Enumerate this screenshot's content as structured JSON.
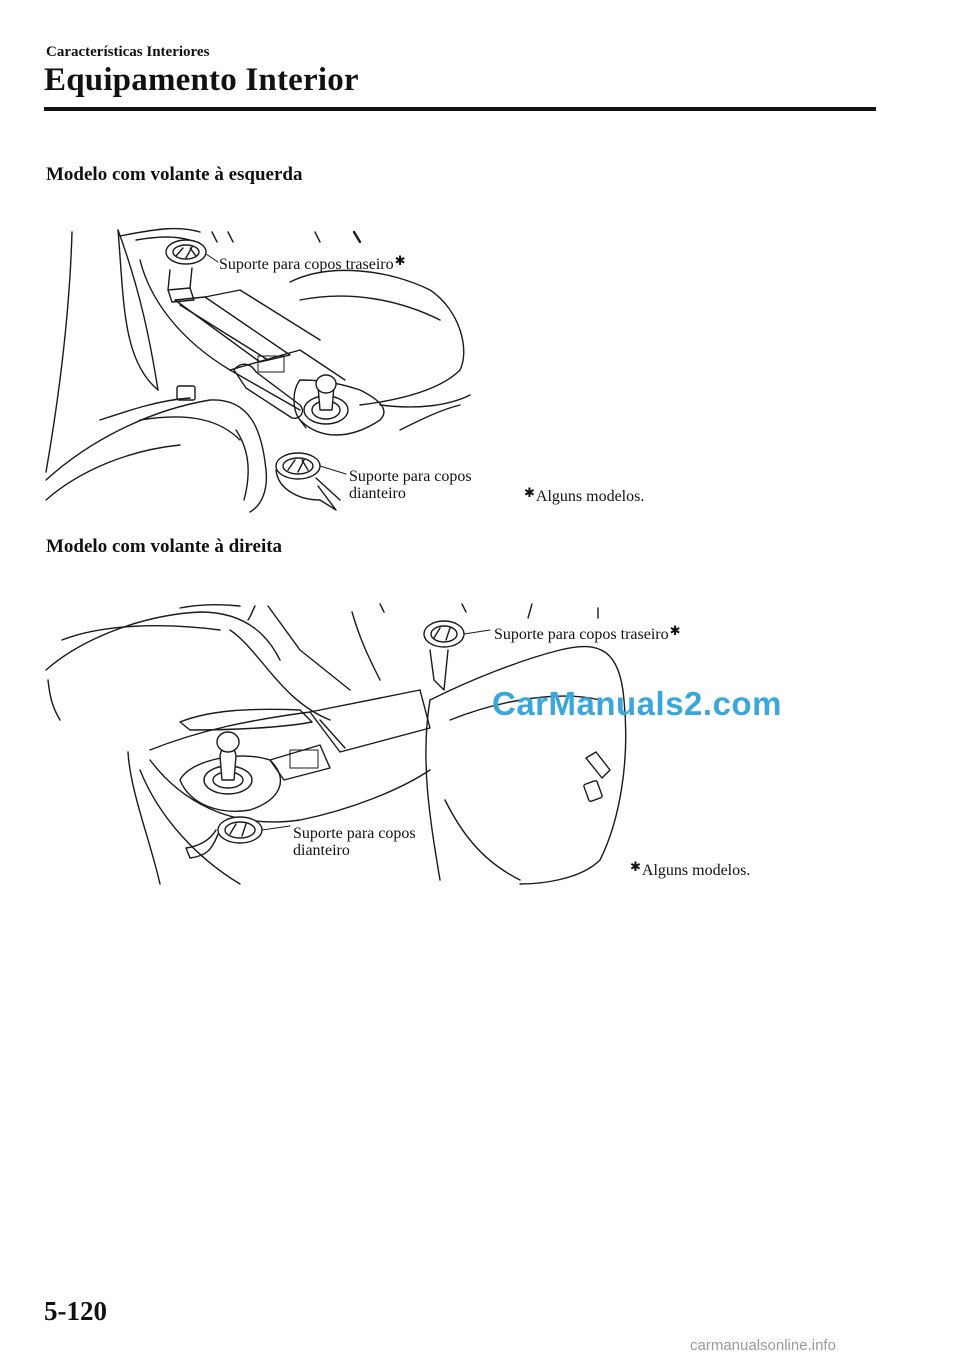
{
  "header": {
    "section": "Características Interiores",
    "title": "Equipamento Interior"
  },
  "figures": [
    {
      "heading": "Modelo com volante à esquerda",
      "rear_holder_label": "Suporte para copos traseiro",
      "front_holder_label_line1": "Suporte para copos",
      "front_holder_label_line2": "dianteiro",
      "note": "Alguns modelos."
    },
    {
      "heading": "Modelo com volante à direita",
      "rear_holder_label": "Suporte para copos traseiro",
      "front_holder_label_line1": "Suporte para copos",
      "front_holder_label_line2": "dianteiro",
      "note": "Alguns modelos."
    }
  ],
  "marker_symbol": "✱",
  "page_number": "5-120",
  "watermark": "CarManuals2.com",
  "footer_watermark": "carmanualsonline.info"
}
